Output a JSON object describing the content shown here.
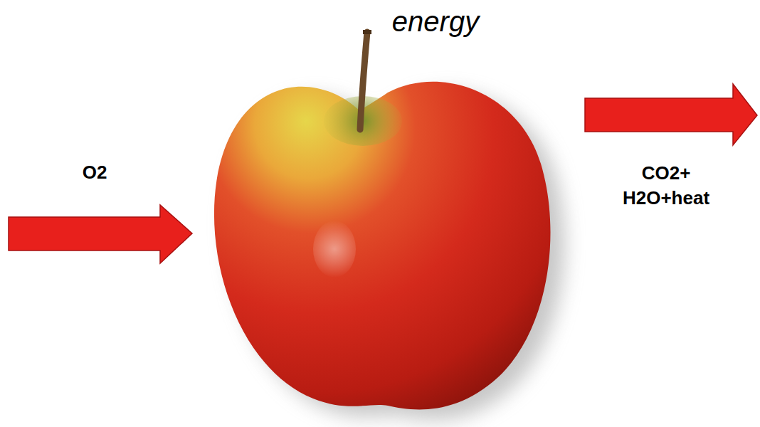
{
  "diagram": {
    "labels": [
      "energy",
      "O2",
      "CO2+ H2O+heat"
    ]
  }
}
